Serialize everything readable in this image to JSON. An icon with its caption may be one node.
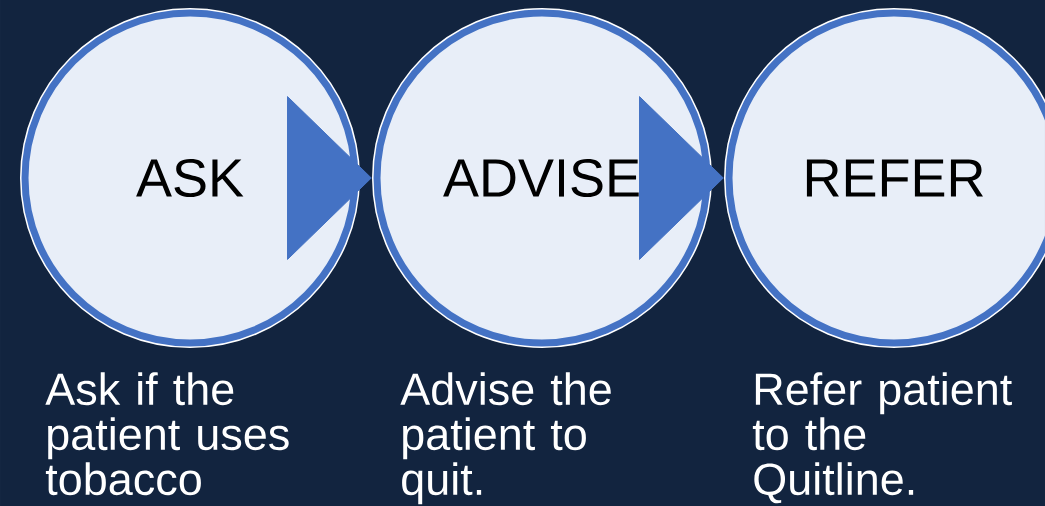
{
  "diagram": {
    "nodes": [
      {
        "text": [
          "ASK"
        ],
        "beside": [
          "Ask if the patient uses tobacco"
        ]
      },
      {
        "text": [
          "ADVISE"
        ],
        "beside": [
          "Advise the patient to quit."
        ]
      },
      {
        "text": [
          "REFER"
        ],
        "beside": [
          "Refer patient to the Quitline."
        ]
      }
    ],
    "edges": [
      {
        "from": 0,
        "to": 1,
        "arrow": "to"
      },
      {
        "from": 1,
        "to": 2,
        "arrow": "to"
      }
    ]
  }
}
